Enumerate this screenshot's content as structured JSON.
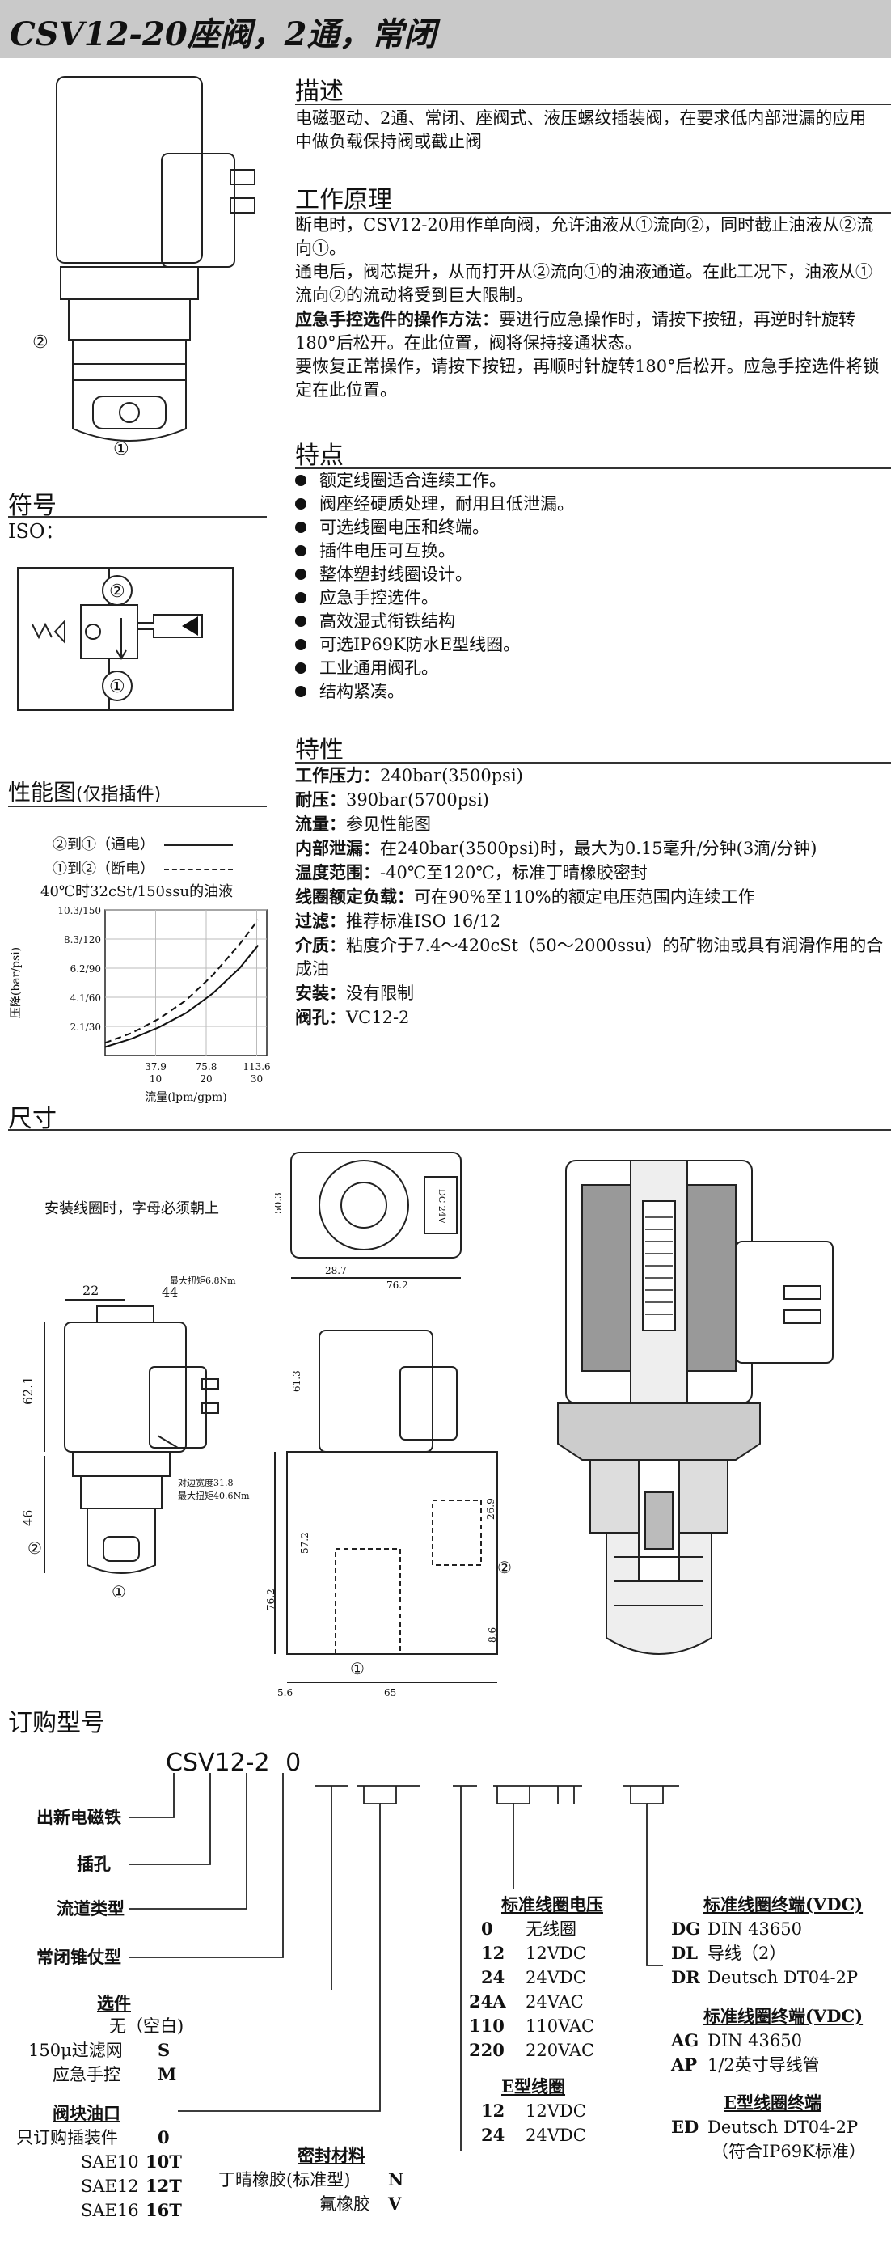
{
  "title": "CSV12-20座阀，2通，常闭",
  "description": {
    "heading": "描述",
    "text": "电磁驱动、2通、常闭、座阀式、液压螺纹插装阀，在要求低内部泄漏的应用中做负载保持阀或截止阀"
  },
  "principle": {
    "heading": "工作原理",
    "p1": "断电时，CSV12-20用作单向阀，允许油液从①流向②，同时截止油液从②流向①。",
    "p2": "通电后，阀芯提升，从而打开从②流向①的油液通道。在此工况下，油液从①流向②的流动将受到巨大限制。",
    "p3_label": "应急手控选件的操作方法：",
    "p3_text": "要进行应急操作时，请按下按钮，再逆时针旋转180°后松开。在此位置，阀将保持接通状态。",
    "p4": "要恢复正常操作，请按下按钮，再顺时针旋转180°后松开。应急手控选件将锁定在此位置。"
  },
  "features": {
    "heading": "特点",
    "items": [
      "额定线圈适合连续工作。",
      "阀座经硬质处理，耐用且低泄漏。",
      "可选线圈电压和终端。",
      "插件电压可互换。",
      "整体塑封线圈设计。",
      "应急手控选件。",
      "高效湿式衔铁结构",
      "可选IP69K防水E型线圈。",
      "工业通用阀孔。",
      "结构紧凑。"
    ]
  },
  "specs": {
    "heading": "特性",
    "rows": [
      {
        "label": "工作压力：",
        "value": "240bar(3500psi)"
      },
      {
        "label": "耐压：",
        "value": "390bar(5700psi)"
      },
      {
        "label": "流量：",
        "value": "参见性能图"
      },
      {
        "label": "内部泄漏：",
        "value": "在240bar(3500psi)时，最大为0.15毫升/分钟(3滴/分钟)"
      },
      {
        "label": "温度范围：",
        "value": "-40℃至120℃，标准丁晴橡胶密封"
      },
      {
        "label": "线圈额定负载：",
        "value": "可在90%至110%的额定电压范围内连续工作"
      },
      {
        "label": "过滤：",
        "value": "推荐标准ISO 16/12"
      },
      {
        "label": "介质：",
        "value": "粘度介于7.4～420cSt（50～2000ssu）的矿物油或具有润滑作用的合成油"
      },
      {
        "label": "安装：",
        "value": "没有限制"
      },
      {
        "label": "阀孔：",
        "value": "VC12-2"
      }
    ]
  },
  "symbol": {
    "heading": "符号",
    "iso": "ISO：",
    "port2": "②",
    "port1": "①"
  },
  "valve_image": {
    "port2": "②",
    "port1": "①"
  },
  "performance": {
    "heading": "性能图",
    "heading_note": "(仅指插件)",
    "legend1": "②到①（通电）",
    "legend2": "①到②（断电）",
    "note": "40℃时32cSt/150ssu的油液",
    "ylabel": "压降(bar/psi)",
    "xlabel": "流量(lpm/gpm)"
  },
  "chart_data": {
    "type": "line",
    "ylabel": "压降(bar/psi)",
    "xlabel": "流量(lpm/gpm)",
    "y_ticks": [
      "10.3/150",
      "8.3/120",
      "6.2/90",
      "4.1/60",
      "2.1/30"
    ],
    "x_ticks_top": [
      "37.9",
      "75.8",
      "113.6"
    ],
    "x_ticks_bottom": [
      "10",
      "20",
      "30"
    ],
    "xlim": [
      0,
      120
    ],
    "ylim": [
      0,
      10.3
    ],
    "series": [
      {
        "name": "②到①（通电）",
        "style": "solid",
        "x": [
          0,
          20,
          40,
          60,
          80,
          100,
          113.6
        ],
        "y": [
          0.6,
          1.2,
          2.0,
          3.0,
          4.4,
          6.2,
          7.8
        ]
      },
      {
        "name": "①到②（断电）",
        "style": "dashed",
        "x": [
          0,
          20,
          40,
          60,
          80,
          100,
          113.6
        ],
        "y": [
          0.9,
          1.6,
          2.6,
          3.9,
          5.7,
          7.9,
          9.6
        ]
      }
    ]
  },
  "dimensions": {
    "heading": "尺寸",
    "note": "安装线圈时，字母必须朝上",
    "d22": "22",
    "d44": "44",
    "torque1": "最大扭矩6.8Nm",
    "d62": "62.1",
    "d46": "46",
    "hex_note1": "对边宽度31.8",
    "hex_note2": "最大扭矩40.6Nm",
    "port1": "①",
    "port2": "②",
    "d50": "50.3",
    "d28": "28.7",
    "d76a": "76.2",
    "d61": "61.3",
    "d57": "57.2",
    "d76b": "76.2",
    "d26": "26.9",
    "d86": "8.6",
    "d56": "5.6",
    "d65": "65",
    "coil_label": "DC 24V"
  },
  "ordering": {
    "heading": "订购型号",
    "code": "CSV12-2",
    "code_digit": "0",
    "left_labels": [
      "出新电磁铁",
      "插孔",
      "流道类型",
      "常闭锥仗型"
    ],
    "options_heading": "选件",
    "options": [
      {
        "name": "无（空白)",
        "code": ""
      },
      {
        "name": "150μ过滤网",
        "code": "S"
      },
      {
        "name": "应急手控",
        "code": "M"
      }
    ],
    "port_heading": "阀块油口",
    "ports": [
      {
        "name": "只订购插装件",
        "code": "0"
      },
      {
        "name": "SAE10",
        "code": "10T"
      },
      {
        "name": "SAE12",
        "code": "12T"
      },
      {
        "name": "SAE16",
        "code": "16T"
      }
    ],
    "seal_heading": "密封材料",
    "seals": [
      {
        "name": "丁晴橡胶(标准型)",
        "code": "N"
      },
      {
        "name": "氟橡胶",
        "code": "V"
      }
    ],
    "voltage_heading": "标准线圈电压",
    "voltages": [
      {
        "code": "0",
        "name": "无线圈"
      },
      {
        "code": "12",
        "name": "12VDC"
      },
      {
        "code": "24",
        "name": "24VDC"
      },
      {
        "code": "24A",
        "name": "24VAC"
      },
      {
        "code": "110",
        "name": "110VAC"
      },
      {
        "code": "220",
        "name": "220VAC"
      }
    ],
    "e_heading": "E型线圈",
    "e_voltages": [
      {
        "code": "12",
        "name": "12VDC"
      },
      {
        "code": "24",
        "name": "24VDC"
      }
    ],
    "term_dc_heading": "标准线圈终端(VDC)",
    "term_dc": [
      {
        "code": "DG",
        "name": "DIN 43650"
      },
      {
        "code": "DL",
        "name": "导线（2）"
      },
      {
        "code": "DR",
        "name": "Deutsch DT04-2P"
      }
    ],
    "term_ac_heading": "标准线圈终端(VDC)",
    "term_ac": [
      {
        "code": "AG",
        "name": "DIN 43650"
      },
      {
        "code": "AP",
        "name": "1/2英寸导线管"
      }
    ],
    "term_e_heading": "E型线圈终端",
    "term_e": [
      {
        "code": "ED",
        "name": "Deutsch DT04-2P"
      }
    ],
    "term_e_note": "（符合IP69K标准）"
  }
}
